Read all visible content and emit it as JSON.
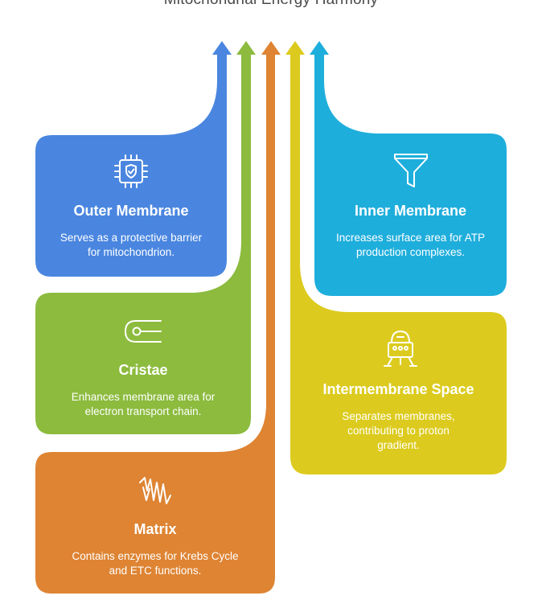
{
  "title": "Mitochondrial Energy Harmony",
  "colors": {
    "blue": "#4A86E0",
    "green": "#8CBB3E",
    "orange": "#DE8433",
    "yellow": "#DCCB1E",
    "cyan": "#1EAEDC"
  },
  "cards": {
    "outer": {
      "heading": "Outer Membrane",
      "desc": "Serves as a protective barrier for mitochondrion.",
      "icon": "chip-shield-icon"
    },
    "cristae": {
      "heading": "Cristae",
      "desc": "Enhances membrane area for electron transport chain.",
      "icon": "toggle-icon"
    },
    "matrix": {
      "heading": "Matrix",
      "desc": "Contains enzymes for Krebs Cycle and ETC functions.",
      "icon": "zigzag-icon"
    },
    "inner": {
      "heading": "Inner Membrane",
      "desc": "Increases surface area for ATP production complexes.",
      "icon": "funnel-icon"
    },
    "intermembrane": {
      "heading": "Intermembrane Space",
      "desc": "Separates membranes, contributing to proton gradient.",
      "icon": "lander-icon"
    }
  }
}
